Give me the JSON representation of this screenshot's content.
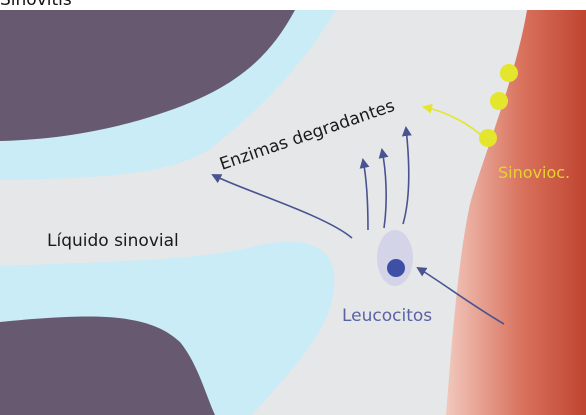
{
  "title": "Sinovitis",
  "labels": {
    "liquid": "Líquido sinovial",
    "enzymes": "Enzimas degradantes",
    "synoviocytes": "Sinovioc.",
    "leukocytes": "Leucocitos"
  },
  "colors": {
    "background": "#e6e7e9",
    "cartilage": "#c9ecf7",
    "bone": "#675a70",
    "synovium_dark": "#bf4530",
    "synovium_light": "#f2c8bd",
    "cell": "#d4d4e8",
    "nucleus": "#3e4fa6",
    "arrow": "#49538f",
    "synoviocyte": "#e3e62c",
    "synoviocyte_label": "#e6d230",
    "leukocyte_label": "#5a62a6",
    "text": "#1a1a1a"
  },
  "icons": {
    "leukocyte": "cell-icon",
    "synoviocyte": "dot-icon"
  }
}
